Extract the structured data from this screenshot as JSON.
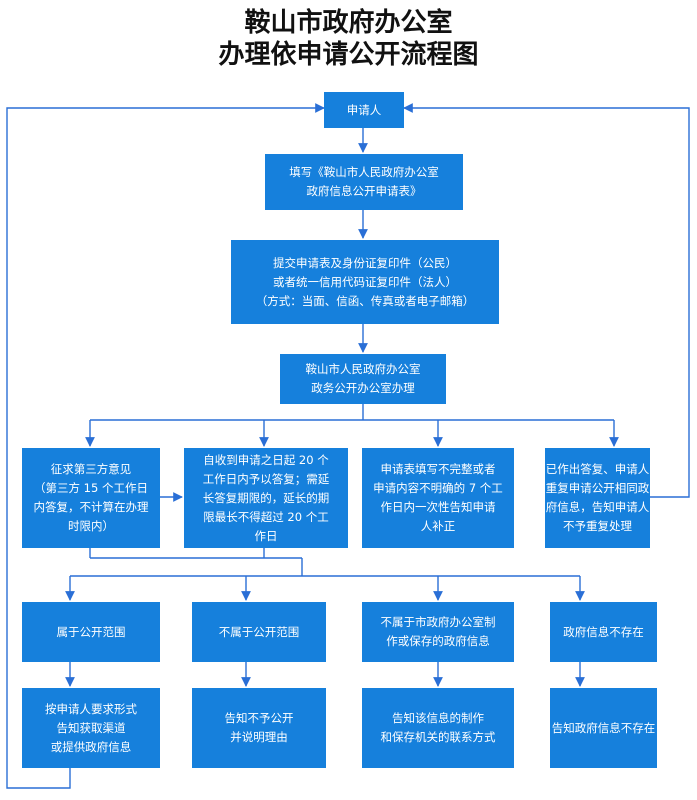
{
  "title": {
    "line1": "鞍山市政府办公室",
    "line2": "办理依申请公开流程图"
  },
  "boxes": {
    "applicant": {
      "lines": [
        "申请人"
      ]
    },
    "fill_form": {
      "lines": [
        "填写《鞍山市人民政府办公室",
        "政府信息公开申请表》"
      ]
    },
    "submit": {
      "lines": [
        "提交申请表及身份证复印件（公民）",
        "或者统一信用代码证复印件（法人）",
        "（方式：当面、信函、传真或者电子邮箱）"
      ]
    },
    "office": {
      "lines": [
        "鞍山市人民政府办公室",
        "政务公开办公室办理"
      ]
    },
    "third_party": {
      "lines": [
        "征求第三方意见",
        "（第三方 15 个工作日",
        "内答复，不计算在办理",
        "时限内）"
      ]
    },
    "reply_deadline": {
      "lines": [
        "自收到申请之日起 20 个",
        "工作日内予以答复；需延",
        "长答复期限的，延长的期",
        "限最长不得超过 20 个工",
        "作日"
      ]
    },
    "incomplete": {
      "lines": [
        "申请表填写不完整或者",
        "申请内容不明确的 7 个工",
        "作日内一次性告知申请",
        "人补正"
      ]
    },
    "repeat": {
      "lines": [
        "已作出答复、申请人",
        "重复申请公开相同政",
        "府信息，告知申请人",
        "不予重复处理"
      ]
    },
    "in_scope": {
      "lines": [
        "属于公开范围"
      ]
    },
    "not_in_scope": {
      "lines": [
        "不属于公开范围"
      ]
    },
    "not_office": {
      "lines": [
        "不属于市政府办公室制",
        "作或保存的政府信息"
      ]
    },
    "not_exist": {
      "lines": [
        "政府信息不存在"
      ]
    },
    "provide_info": {
      "lines": [
        "按申请人要求形式",
        "告知获取渠道",
        "或提供政府信息"
      ]
    },
    "notify_not_public": {
      "lines": [
        "告知不予公开",
        "并说明理由"
      ]
    },
    "notify_contact": {
      "lines": [
        "告知该信息的制作",
        "和保存机关的联系方式"
      ]
    },
    "notify_not_exist": {
      "lines": [
        "告知政府信息不存在"
      ]
    }
  },
  "colors": {
    "box_fill": "#1680dc",
    "box_text": "#ffffff",
    "line": "#2a6fd6"
  }
}
